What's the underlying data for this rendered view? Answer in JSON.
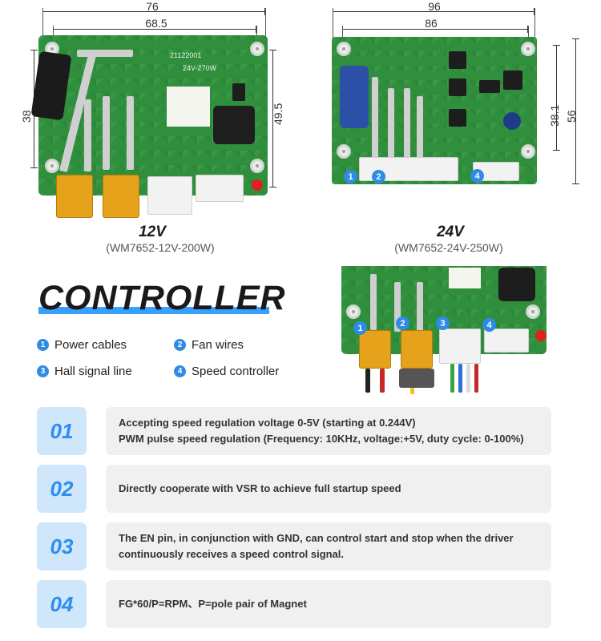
{
  "boards": [
    {
      "voltage": "12V",
      "model": "(WM7652-12V-200W)",
      "dimensions": {
        "top_outer": "76",
        "top_inner": "68.5",
        "left": "38",
        "right": "49.5"
      },
      "silkscreen": [
        "21122001",
        "24V-270W"
      ]
    },
    {
      "voltage": "24V",
      "model": "(WM7652-24V-250W)",
      "dimensions": {
        "top_outer": "96",
        "top_inner": "86",
        "right_inner": "38.1",
        "right_outer": "56"
      },
      "markers": [
        "1",
        "2",
        "4"
      ]
    }
  ],
  "section": {
    "title": "CONTROLLER",
    "accent_color": "#3aa0ff"
  },
  "legend": [
    {
      "num": "1",
      "label": "Power cables"
    },
    {
      "num": "2",
      "label": "Fan wires"
    },
    {
      "num": "3",
      "label": "Hall signal line"
    },
    {
      "num": "4",
      "label": "Speed controller"
    }
  ],
  "photo_markers": [
    "1",
    "2",
    "3",
    "4"
  ],
  "features": [
    {
      "num": "01",
      "lines": [
        "Accepting speed regulation voltage 0-5V (starting at 0.244V)",
        "PWM pulse speed regulation (Frequency: 10KHz, voltage:+5V, duty cycle: 0-100%)"
      ]
    },
    {
      "num": "02",
      "lines": [
        "Directly cooperate with VSR to achieve full startup speed"
      ]
    },
    {
      "num": "03",
      "lines": [
        "The EN pin, in conjunction with GND, can control start and stop when the driver",
        "continuously receives a speed control signal."
      ]
    },
    {
      "num": "04",
      "lines": [
        "FG*60/P=RPM、P=pole pair of Magnet"
      ]
    }
  ]
}
